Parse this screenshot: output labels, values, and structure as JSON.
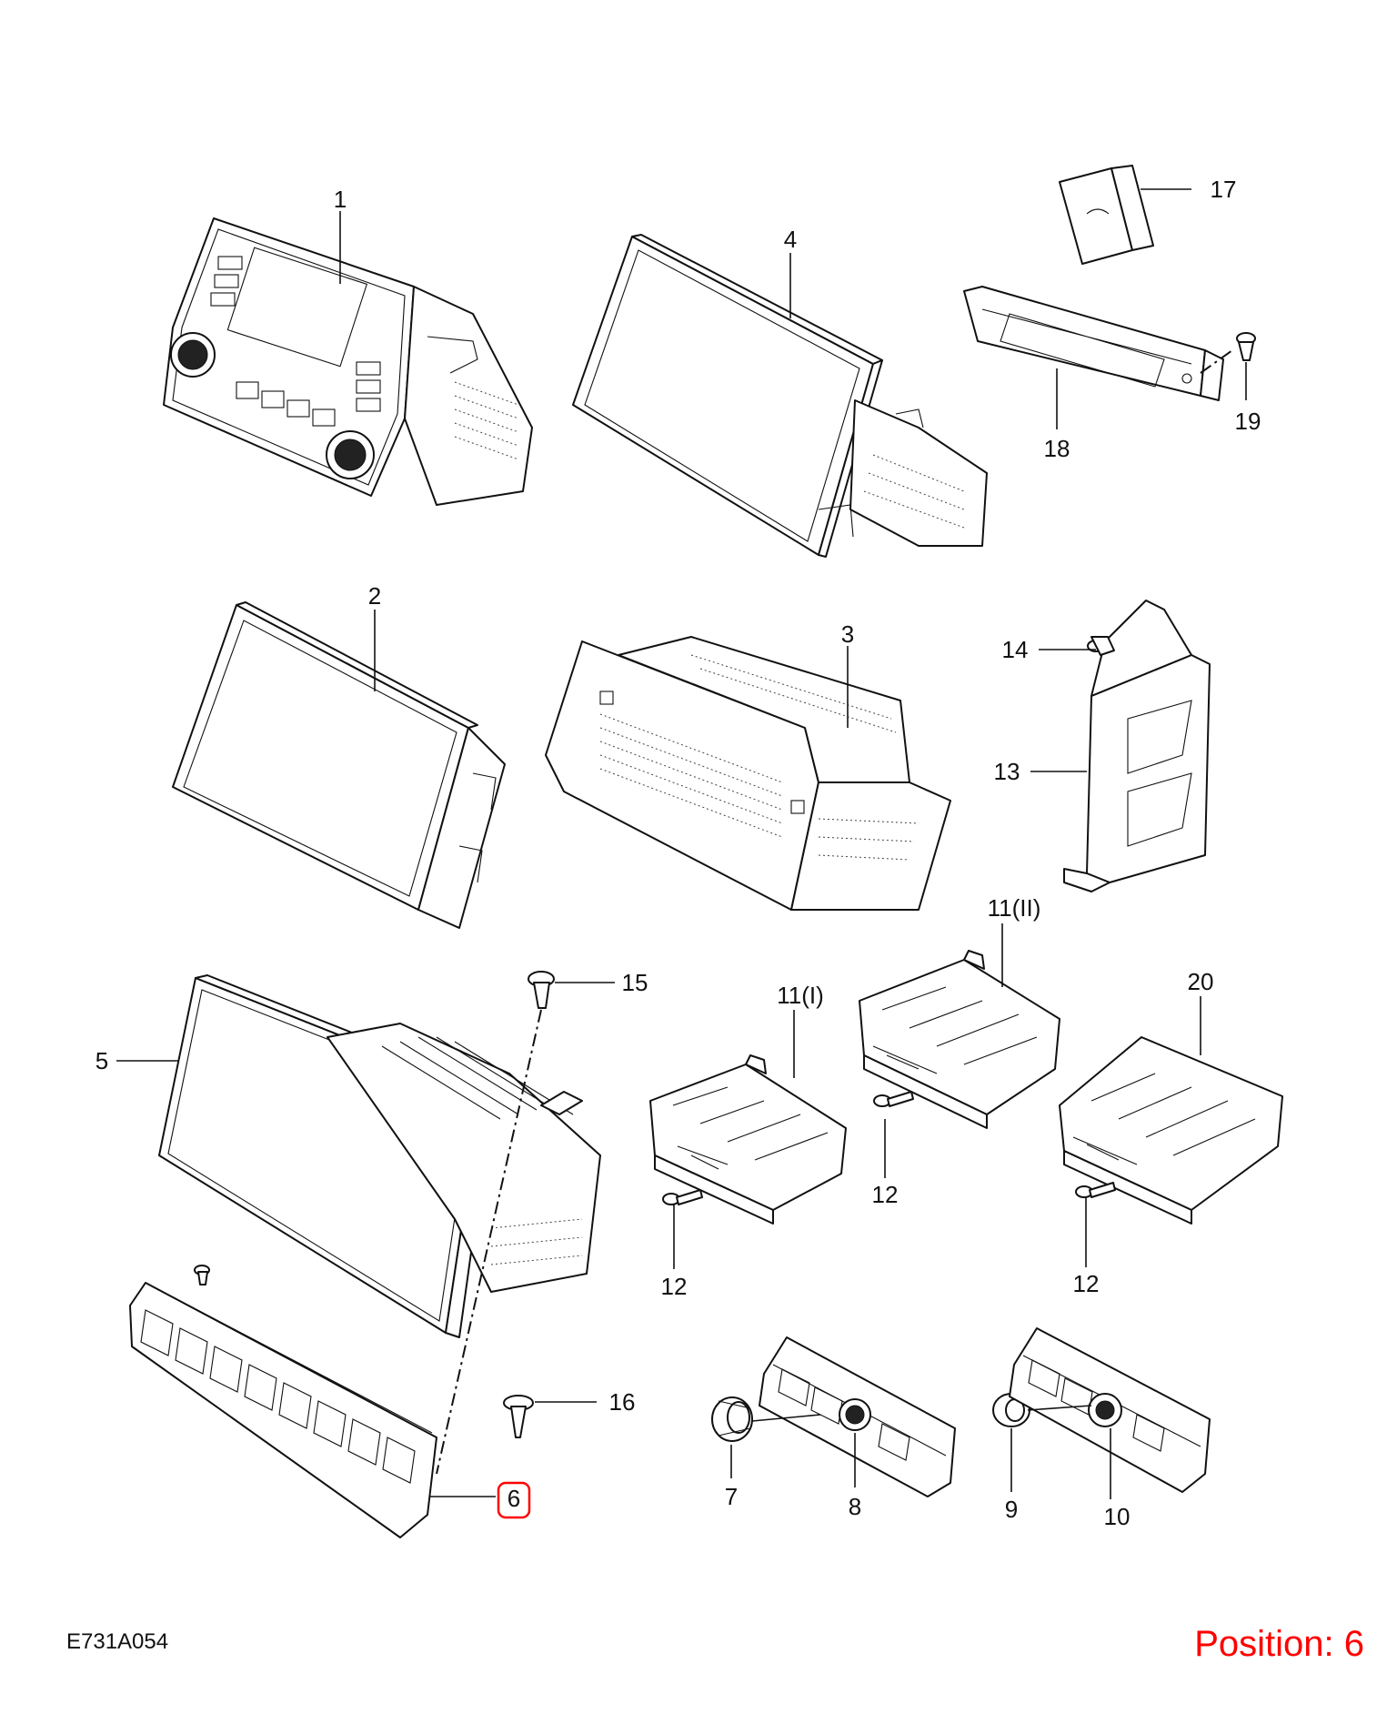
{
  "diagram": {
    "drawing_number": "E731A054",
    "position_note": "Position: 6",
    "highlight_color": "#ff0000",
    "highlighted_callout": "6",
    "callouts": [
      "1",
      "2",
      "3",
      "4",
      "5",
      "6",
      "7",
      "8",
      "9",
      "10",
      "11(I)",
      "11(II)",
      "12",
      "12",
      "12",
      "13",
      "14",
      "15",
      "16",
      "17",
      "18",
      "19",
      "20"
    ]
  }
}
